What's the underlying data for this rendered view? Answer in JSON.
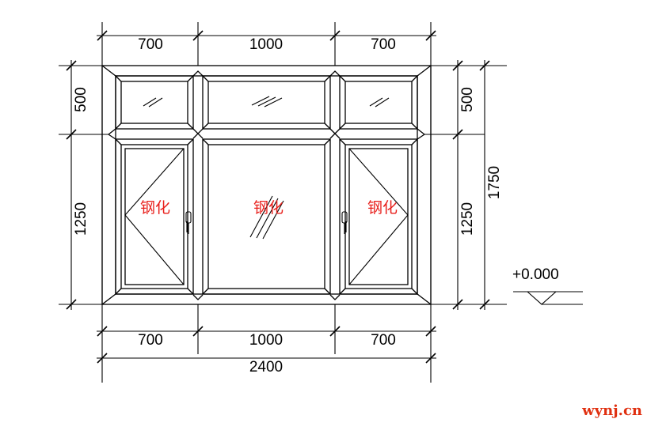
{
  "dimensions": {
    "top": [
      "700",
      "1000",
      "700"
    ],
    "bottom": [
      "700",
      "1000",
      "700"
    ],
    "total_width": "2400",
    "left": [
      "500",
      "1250"
    ],
    "right": [
      "500",
      "1250"
    ],
    "total_height": "1750"
  },
  "glass_labels": [
    "钢化",
    "钢化",
    "钢化"
  ],
  "elevation": "+0.000",
  "watermark": "wynj.cn",
  "colors": {
    "glass_label": "#e8201c",
    "watermark": "#e03010",
    "lines": "#000000"
  }
}
